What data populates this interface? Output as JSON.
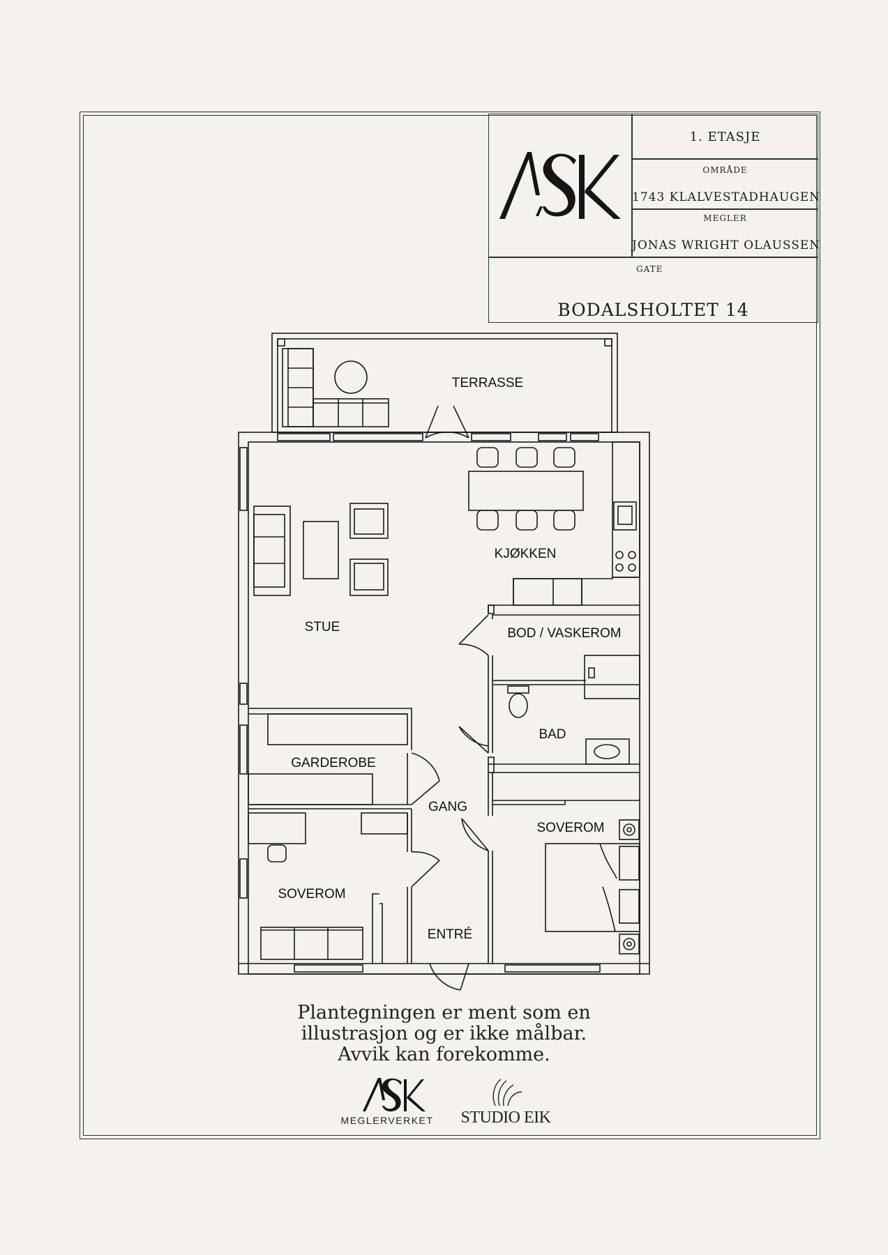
{
  "title_block": {
    "floor": "1. ETASJE",
    "area_label": "OMRÅDE",
    "area_value": "1743 KLALVESTADHAUGEN",
    "agent_label": "MEGLER",
    "agent_value": "JONAS WRIGHT OLAUSSEN",
    "street_label": "GATE",
    "street_value": "BODALSHOLTET 14",
    "logo_text": "ASK"
  },
  "rooms": {
    "terrasse": "TERRASSE",
    "stue": "STUE",
    "kjokken": "KJØKKEN",
    "bod": "BOD / VASKEROM",
    "bad": "BAD",
    "garderobe": "GARDEROBE",
    "gang": "GANG",
    "soverom_right": "SOVEROM",
    "soverom_left": "SOVEROM",
    "entre": "ENTRÉ"
  },
  "disclaimer": {
    "line1": "Plantegningen er ment som en",
    "line2": "illustrasjon og er ikke målbar.",
    "line3": "Avvik kan forekomme."
  },
  "brands": {
    "left_logo": "ASK",
    "left_sub": "MEGLERVERKET",
    "right_name": "STUDIO EIK"
  },
  "colors": {
    "background": "#f5f1ed",
    "frame": "#1f3a2b",
    "ink": "#1c1c1c"
  }
}
